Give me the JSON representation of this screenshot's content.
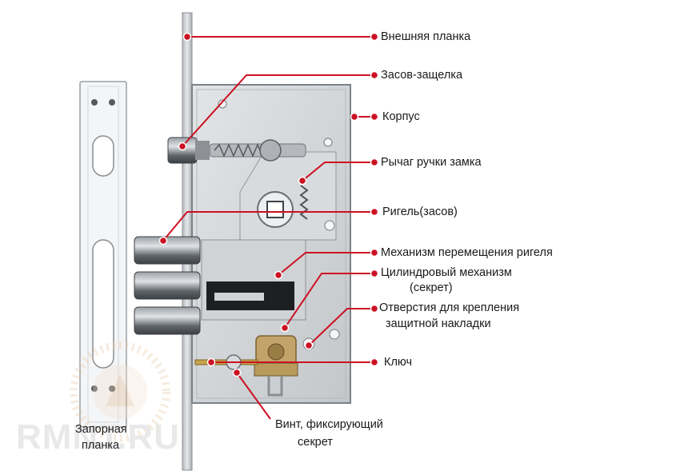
{
  "labels": {
    "outer_plate": "Внешняя планка",
    "latch_bolt": "Засов-защелка",
    "body": "Корпус",
    "handle_lever": "Рычаг ручки замка",
    "deadbolt": "Ригель(засов)",
    "bolt_mechanism": "Механизм перемещения ригеля",
    "cylinder_line1": "Цилиндровый механизм",
    "cylinder_line2": "(секрет)",
    "holes_line1": "Отверстия для крепления",
    "holes_line2": "защитной накладки",
    "key": "Ключ",
    "screw_line1": "Винт, фиксирующий",
    "screw_line2": "секрет",
    "strike_line1": "Запорная",
    "strike_line2": "планка"
  },
  "watermark": "RMNT.RU",
  "colors": {
    "pointer": "#cc1122",
    "metal": "#c9cdd1",
    "bolt": "#6f7378"
  }
}
